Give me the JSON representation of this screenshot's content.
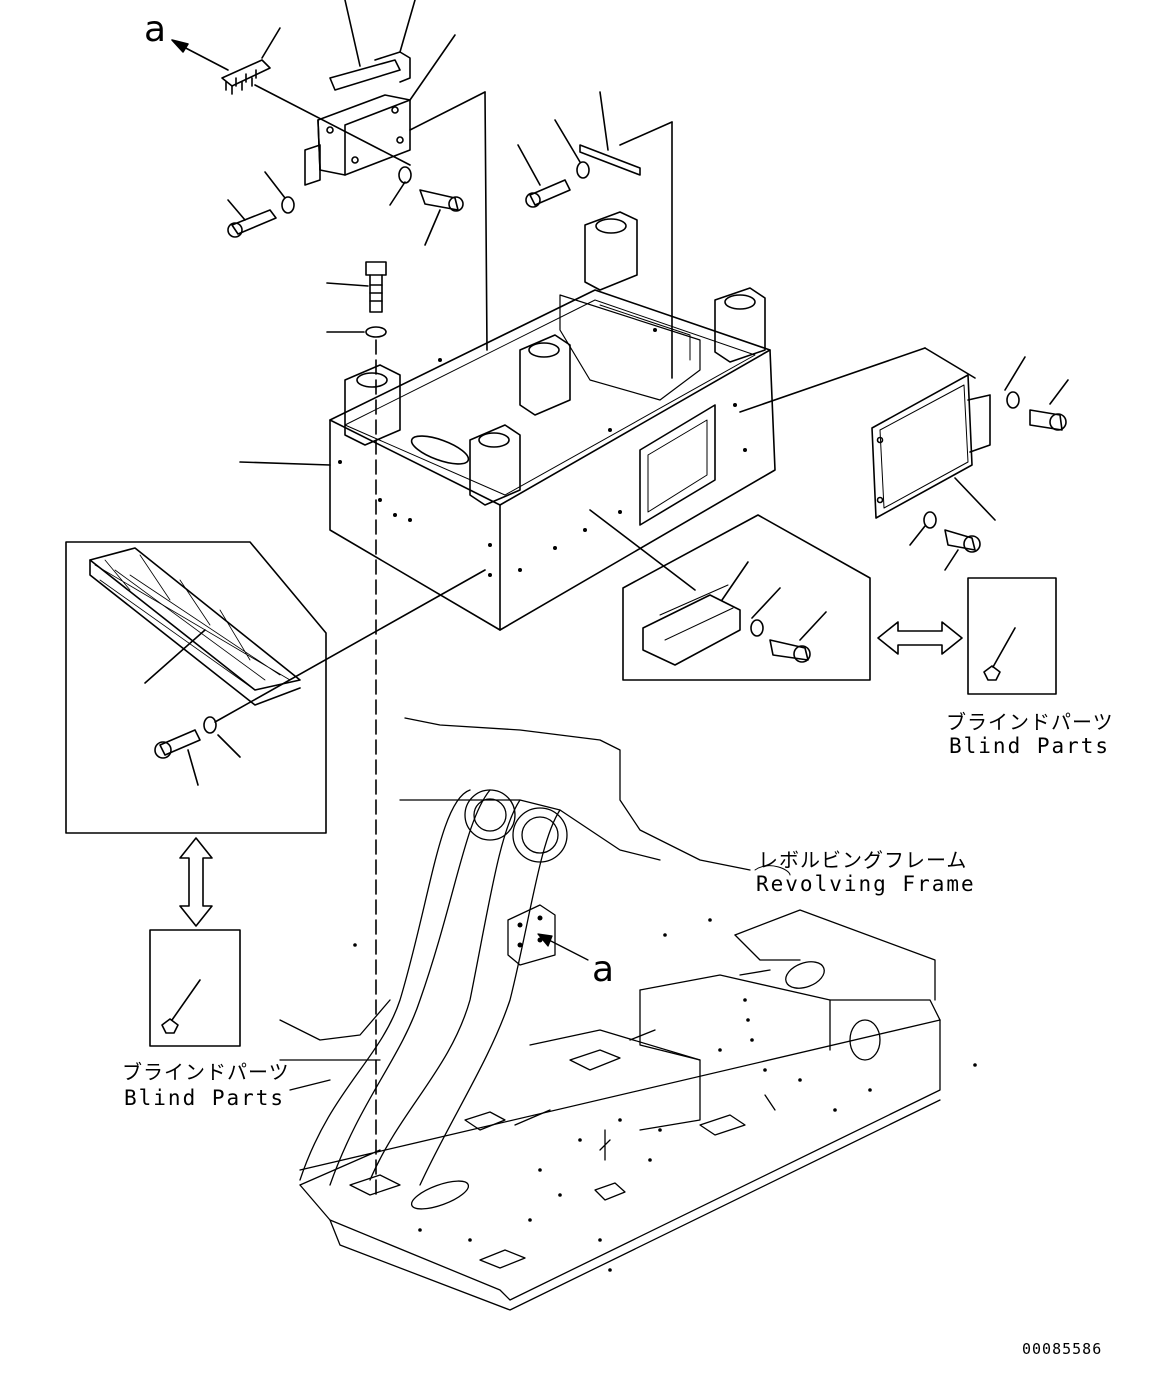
{
  "callouts": {
    "top_left": "a",
    "frame_point": "a"
  },
  "blind_parts_right": {
    "jp": "ブラインドパーツ",
    "en": "Blind Parts"
  },
  "blind_parts_left": {
    "jp": "ブラインドパーツ",
    "en": "Blind Parts"
  },
  "revolving_frame": {
    "jp": "レボルビングフレーム",
    "en": "Revolving Frame"
  },
  "document_number": "00085586"
}
